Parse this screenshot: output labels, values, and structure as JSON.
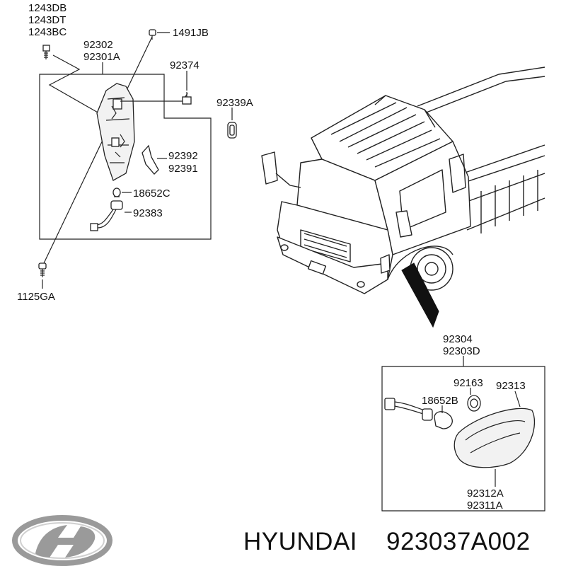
{
  "labels": {
    "bolt_group_1": "1243DB",
    "bolt_group_2": "1243DT",
    "bolt_group_3": "1243BC",
    "screw_top": "1491JB",
    "lamp_right": "92302",
    "lamp_left": "92301A",
    "bulb_pin": "92374",
    "grommet": "92339A",
    "bracket_right": "92392",
    "bracket_left": "92391",
    "bulb_socket_upper": "18652C",
    "harness_upper": "92383",
    "screw_bottom": "1125GA",
    "side_lamp_right": "92304",
    "side_lamp_left": "92303D",
    "socket_lower": "92163",
    "lens": "92313",
    "bulb_lower": "18652B",
    "housing_right": "92312A",
    "housing_left": "92311A"
  },
  "caption": {
    "brand": "HYUNDAI",
    "part_number": "923037A002"
  },
  "colors": {
    "line": "#222222",
    "logo": "#9a9a9a",
    "background": "#ffffff"
  },
  "icons": {
    "logo": "hyundai-logo-icon"
  }
}
